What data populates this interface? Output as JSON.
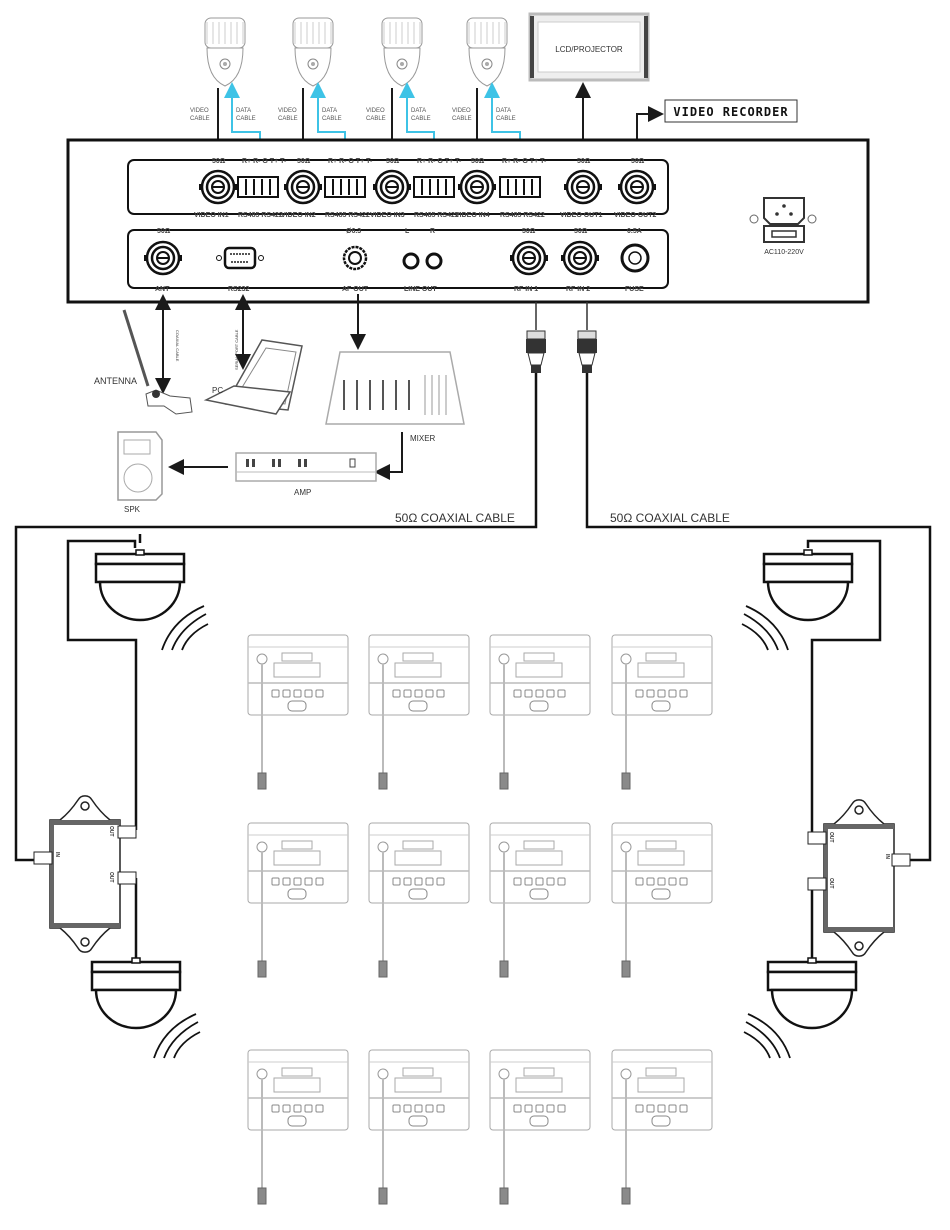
{
  "diagram": {
    "title": "Conference system wiring diagram",
    "colors": {
      "line": "#1a1a1a",
      "data_cable": "#3ec3e6",
      "device_outline": "#888888",
      "background": "#ffffff"
    },
    "cameras": {
      "count": 4,
      "video_cable_label": [
        "VIDEO",
        "CABLE"
      ],
      "data_cable_label": [
        "DATA",
        "CABLE"
      ]
    },
    "display": {
      "label": "LCD/PROJECTOR"
    },
    "recorder": {
      "label": "VIDEO RECORDER"
    },
    "main_unit": {
      "top_row_header": [
        "50Ω",
        "R+ R- G T+ T-",
        "50Ω",
        "R+ R- G T+ T-",
        "50Ω",
        "R+ R- G T+ T-",
        "50Ω",
        "R+ R- G T+ T-",
        "50Ω",
        "50Ω"
      ],
      "top_row_footer": [
        "VIDEO IN1",
        "RS485 RS422",
        "VIDEO IN2",
        "RS485 RS422",
        "VIDEO IN3",
        "RS485 RS422",
        "VIDEO IN4",
        "RS485 RS422",
        "VIDEO OUT1",
        "VIDEO OUT2"
      ],
      "bottom_row_header": [
        "50Ω",
        "Ø6.3",
        "L",
        "R",
        "50Ω",
        "50Ω",
        "0.5A"
      ],
      "bottom_row_footer": [
        "ANT",
        "RS232",
        "AF OUT",
        "LINE OUT",
        "RF IN 1",
        "RF IN 2",
        "FUSE"
      ],
      "power_label": "AC110-220V"
    },
    "peripherals": {
      "antenna": "ANTENNA",
      "coaxial_small": "COAXIAL CABLE",
      "pc": "PC",
      "serial_small": "SERIAL PORT CABLE",
      "mixer": "MIXER",
      "amp": "AMP",
      "speaker": "SPK"
    },
    "coax_left": "50Ω COAXIAL CABLE",
    "coax_right": "50Ω COAXIAL CABLE",
    "splitter_labels": {
      "port_out": "OUT",
      "port_in": "IN"
    },
    "delegate_units": {
      "rows": 3,
      "columns": 4
    }
  }
}
